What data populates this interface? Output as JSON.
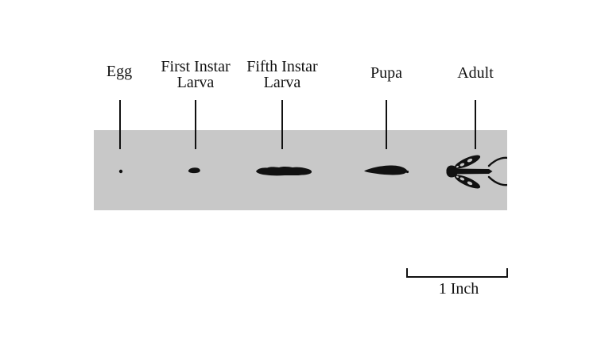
{
  "stages": [
    {
      "id": "egg",
      "label": "Egg",
      "shape": "egg-dot"
    },
    {
      "id": "first-instar-larva",
      "label": "First Instar\nLarva",
      "shape": "small-larva-silhouette"
    },
    {
      "id": "fifth-instar-larva",
      "label": "Fifth Instar\nLarva",
      "shape": "large-larva-silhouette"
    },
    {
      "id": "pupa",
      "label": "Pupa",
      "shape": "pupa-silhouette"
    },
    {
      "id": "adult",
      "label": "Adult",
      "shape": "winged-insect-silhouette"
    }
  ],
  "scale_bar": {
    "label": "1 Inch"
  },
  "colors": {
    "background": "#ffffff",
    "band": "#c8c8c8",
    "ink": "#111111"
  }
}
